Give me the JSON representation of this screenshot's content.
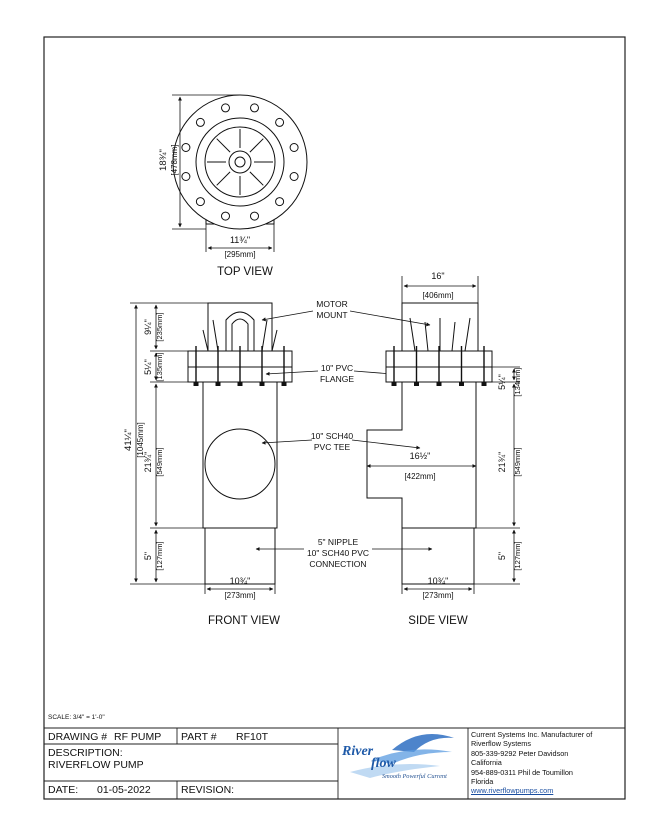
{
  "views": {
    "top": {
      "title": "TOP VIEW",
      "dim_height": "18¾\"",
      "dim_height_mm": "[478mm]",
      "dim_width": "11¾\"",
      "dim_width_mm": "[295mm]"
    },
    "front": {
      "title": "FRONT VIEW",
      "dim_overall": "41¼\"",
      "dim_overall_mm": "[1045mm]",
      "dim_motor": "9¼\"",
      "dim_motor_mm": "[235mm]",
      "dim_flange": "5¼\"",
      "dim_flange_mm": "[135mm]",
      "dim_tee": "21¾\"",
      "dim_tee_mm": "[549mm]",
      "dim_nipple": "5\"",
      "dim_nipple_mm": "[127mm]",
      "dim_base": "10¾\"",
      "dim_base_mm": "[273mm]"
    },
    "side": {
      "title": "SIDE VIEW",
      "dim_top": "16\"",
      "dim_top_mm": "[406mm]",
      "dim_flange": "5¼\"",
      "dim_flange_mm": "[134mm]",
      "dim_tee": "21¾\"",
      "dim_tee_mm": "[549mm]",
      "dim_nipple": "5\"",
      "dim_nipple_mm": "[127mm]",
      "dim_middle": "16½\"",
      "dim_middle_mm": "[422mm]",
      "dim_base": "10¾\"",
      "dim_base_mm": "[273mm]"
    }
  },
  "callouts": {
    "motor_mount": [
      "MOTOR",
      "MOUNT"
    ],
    "flange": [
      "10\" PVC",
      "FLANGE"
    ],
    "tee": [
      "10\" SCH40",
      "PVC TEE"
    ],
    "nipple": [
      "5\" NIPPLE",
      "10\" SCH40 PVC",
      "CONNECTION"
    ]
  },
  "scale": "SCALE: 3/4\" = 1'-0\"",
  "title_block": {
    "drawing_label": "DRAWING #",
    "drawing_value": "RF PUMP",
    "part_label": "PART #",
    "part_value": "RF10T",
    "description_label": "DESCRIPTION:",
    "description_value": "RIVERFLOW PUMP",
    "date_label": "DATE:",
    "date_value": "01-05-2022",
    "revision_label": "REVISION:",
    "revision_value": ""
  },
  "logo": {
    "word1": "River",
    "word2": "flow",
    "tagline": "Smooth Powerful Current"
  },
  "company": {
    "line1": "Current Systems Inc. Manufacturer of",
    "line2": "Riverflow Systems",
    "line3": "805-339-9292 Peter Davidson",
    "line4": "California",
    "line5": "954-889-0311 Phil de Toumillon",
    "line6": "Florida",
    "website": "www.riverflowpumps.com"
  }
}
